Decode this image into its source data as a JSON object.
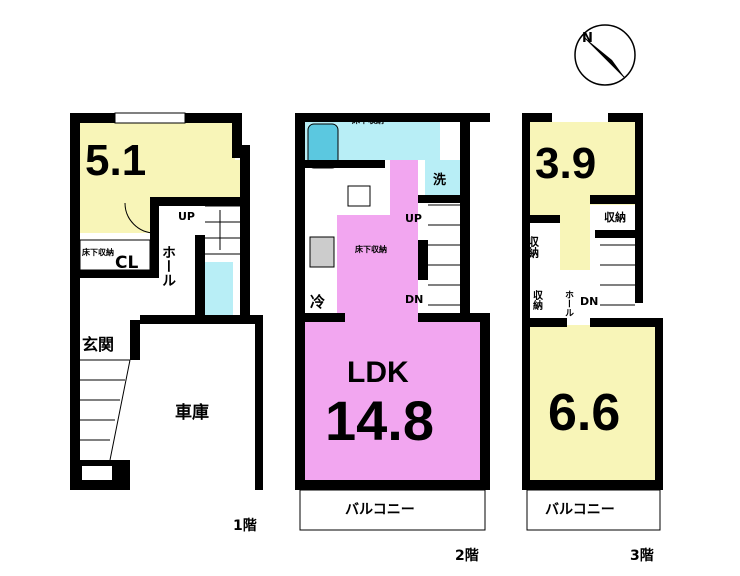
{
  "floor1": {
    "label": "1階",
    "room_bed": "5.1",
    "closet": "CL",
    "underfloor": "床下収納",
    "hall": "ホール",
    "entrance": "玄関",
    "garage": "車庫",
    "stairs": "UP"
  },
  "floor2": {
    "label": "2階",
    "ldk": "LDK",
    "ldk_size": "14.8",
    "underfloor_top": "床下収納",
    "underfloor_kitchen": "床下収納",
    "laundry": "洗",
    "fridge": "冷",
    "up": "UP",
    "dn": "DN",
    "balcony": "バルコニー"
  },
  "floor3": {
    "label": "3階",
    "room_a": "3.9",
    "room_b": "6.6",
    "storage1": "収納",
    "storage2": "収納",
    "storage3": "収納",
    "hall": "ホール",
    "dn": "DN",
    "balcony": "バルコニー"
  },
  "compass": {
    "label": "N"
  },
  "colors": {
    "bedroom": "#F8F5B8",
    "ldk": "#F2A6F0",
    "water": "#B8EEF6",
    "bath": "#5BC8E0"
  }
}
